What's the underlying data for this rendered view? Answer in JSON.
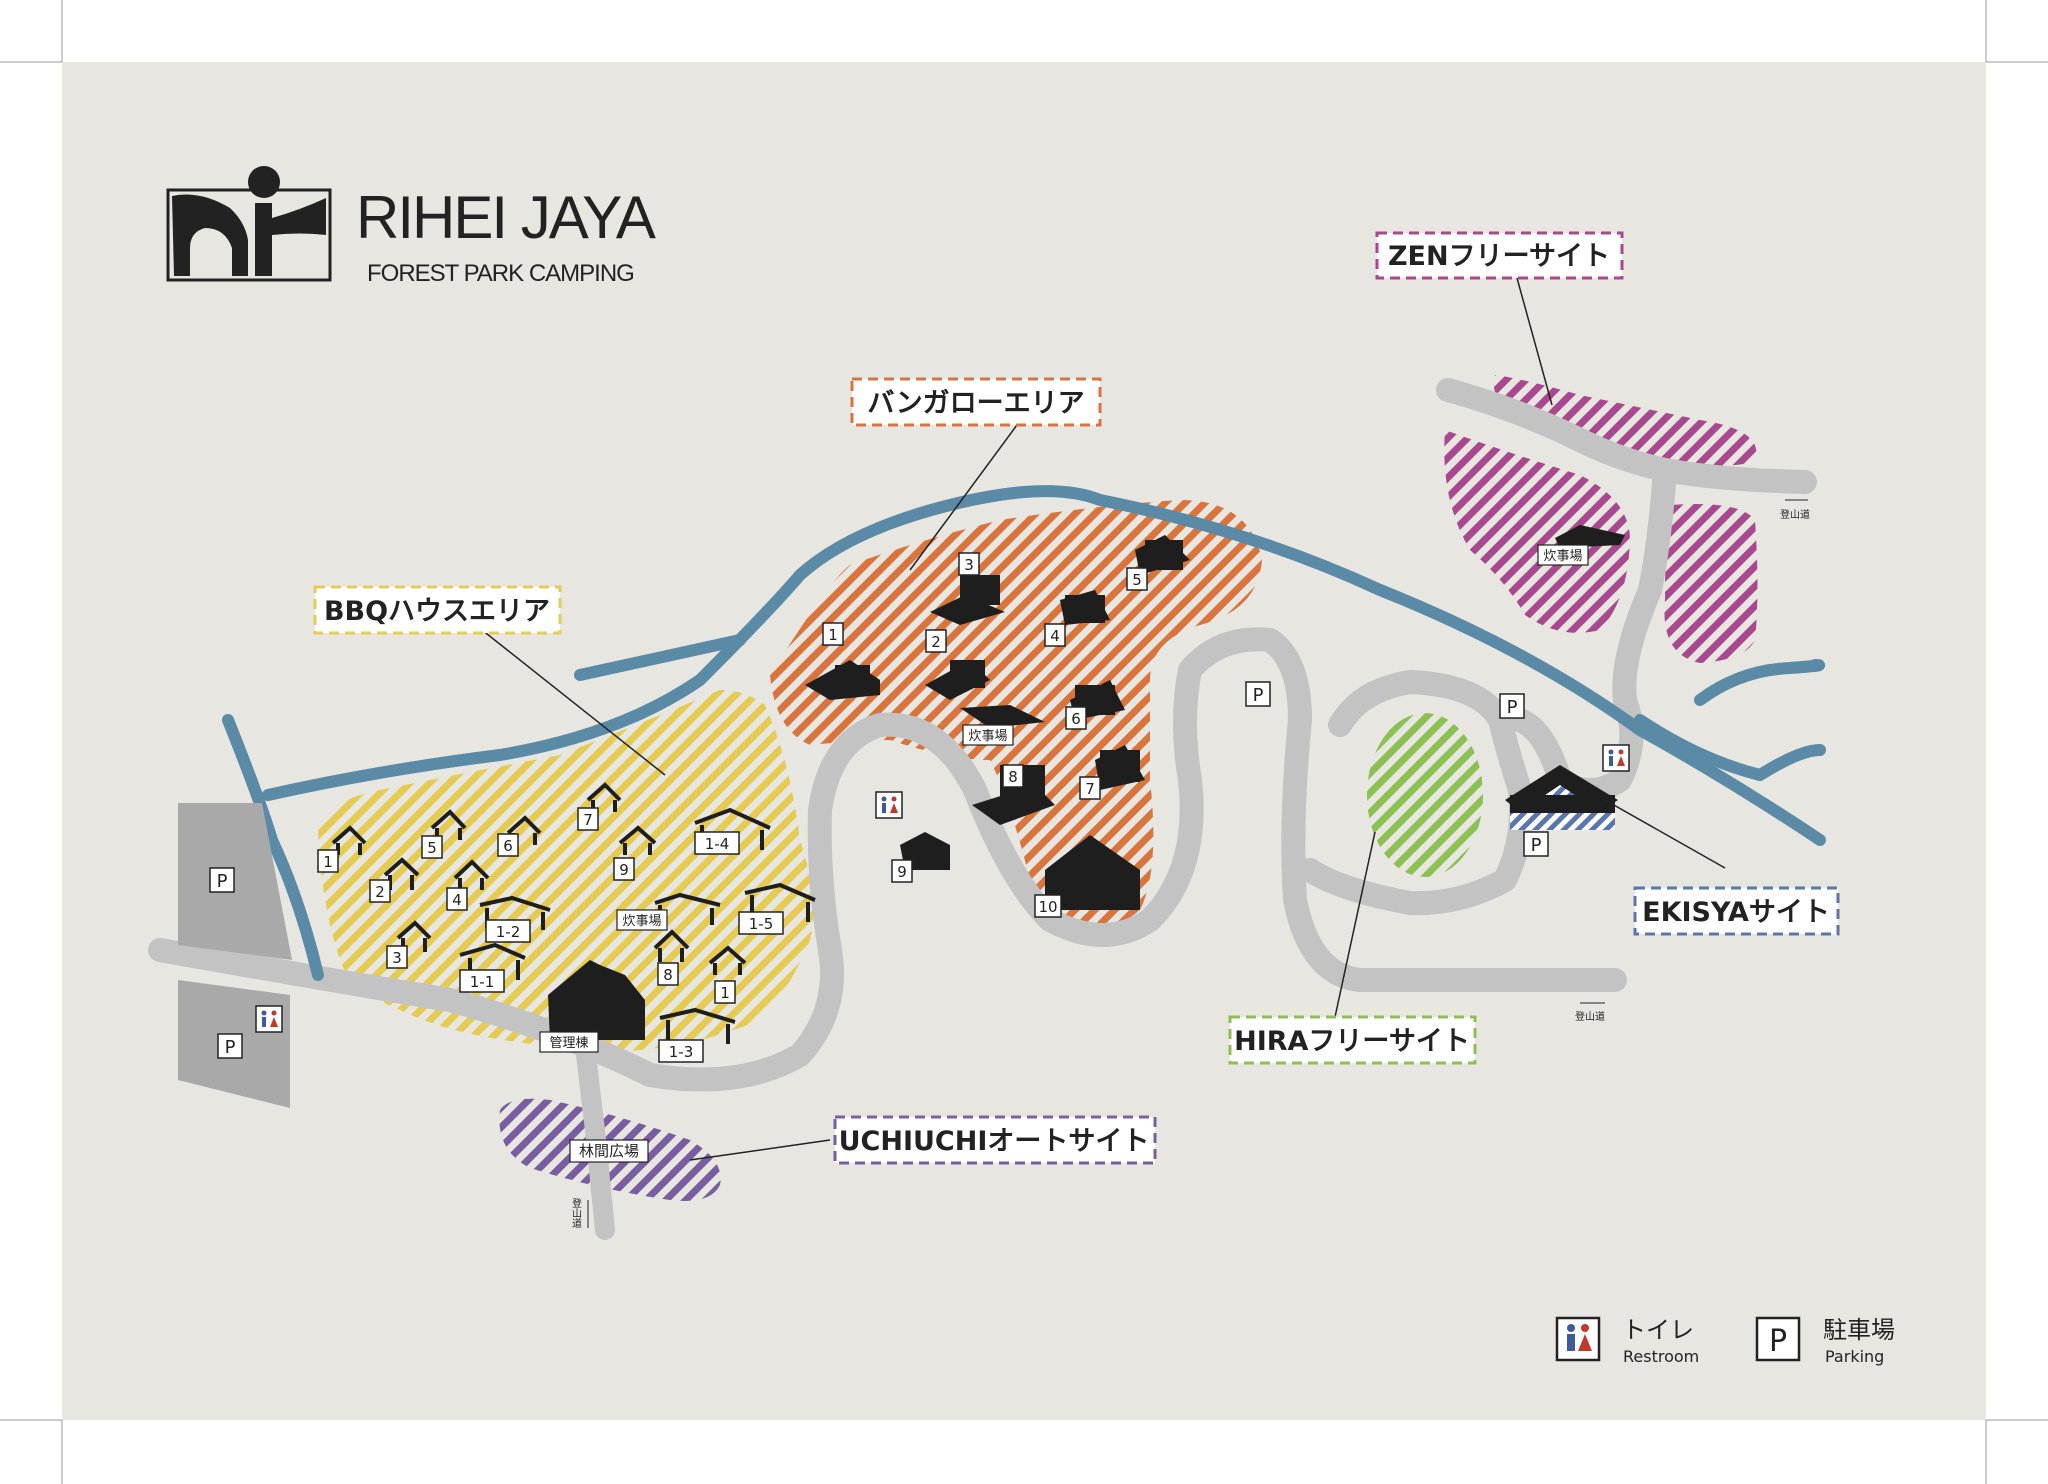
{
  "logo": {
    "title": "RIHEI JAYA",
    "subtitle": "FOREST PARK CAMPING"
  },
  "areas": {
    "zen": "ZENフリーサイト",
    "bungalow": "バンガローエリア",
    "bbq": "BBQハウスエリア",
    "ekisya": "EKISYAサイト",
    "hira": "HIRAフリーサイト",
    "uchiuchi": "UCHIUCHIオートサイト"
  },
  "places": {
    "kitchen": "炊事場",
    "office": "管理棟",
    "plaza": "林間広場",
    "trail": "登山道",
    "parking_mark": "P"
  },
  "numbers": {
    "bungalow": [
      "1",
      "2",
      "3",
      "4",
      "5",
      "6",
      "7",
      "8",
      "9",
      "10"
    ],
    "bbq": [
      "1",
      "2",
      "3",
      "4",
      "5",
      "6",
      "7",
      "8",
      "9",
      "1-1",
      "1-2",
      "1-3",
      "1-4",
      "1-5",
      "1"
    ]
  },
  "legend": {
    "restroom_jp": "トイレ",
    "restroom_en": "Restroom",
    "parking_jp": "駐車場",
    "parking_en": "Parking",
    "parking_symbol": "P"
  },
  "colors": {
    "background": "#e7e6e1",
    "river": "#5a8aa6",
    "road": "#c3c3c3",
    "zen": "#a8488f",
    "bungalow": "#d8743c",
    "bbq": "#e6cb52",
    "hira": "#8cc052",
    "uchiuchi": "#7a5da0",
    "ekisya": "#5a76aa",
    "parking_lot": "#a9a9a9",
    "ink": "#222222"
  }
}
